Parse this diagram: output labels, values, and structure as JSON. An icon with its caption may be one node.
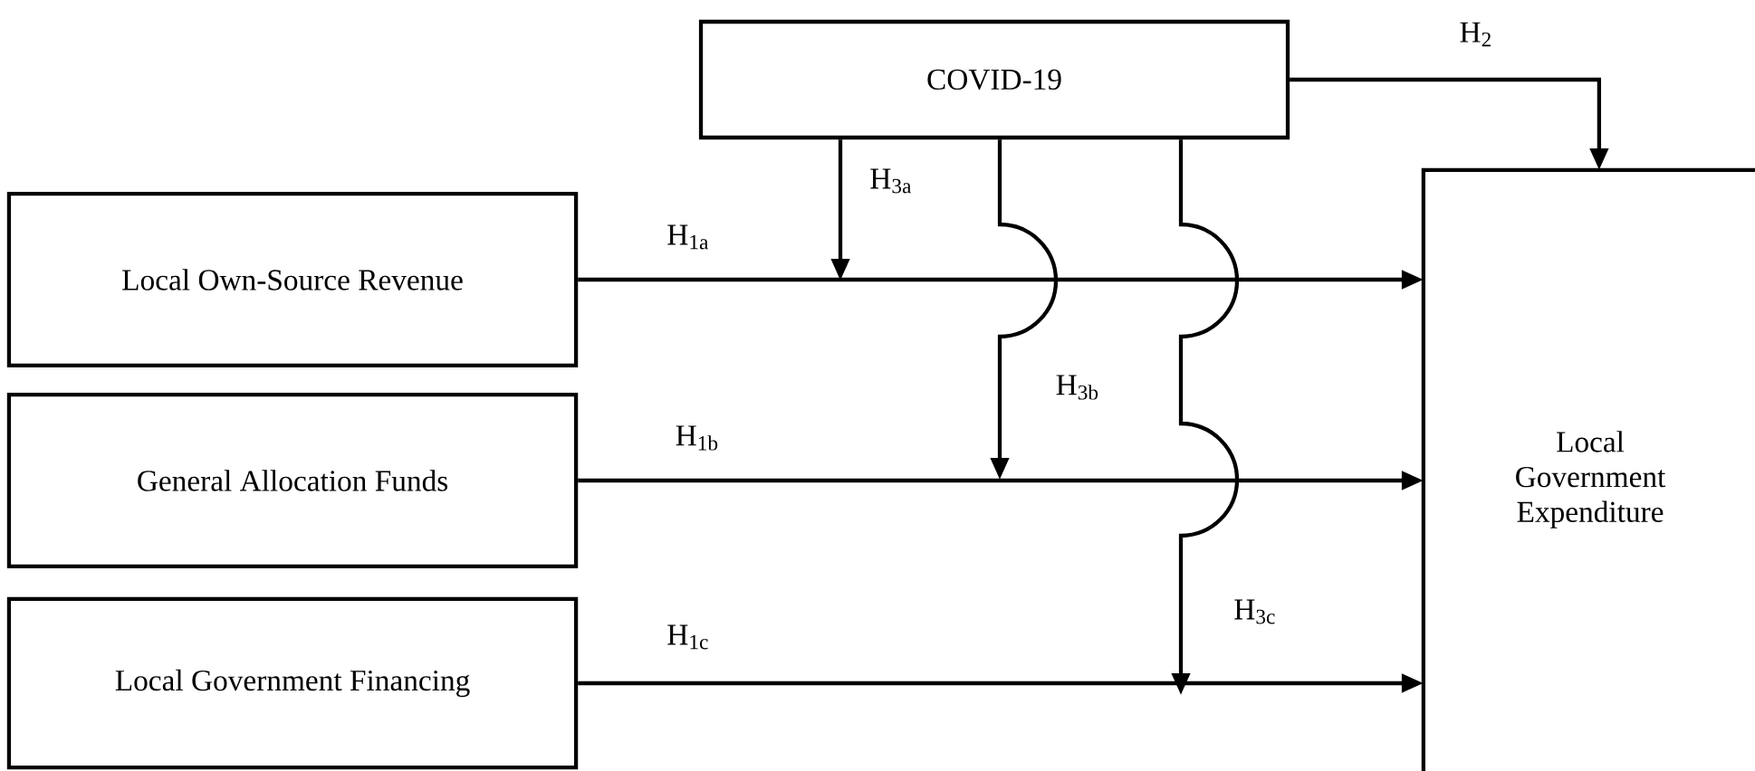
{
  "diagram": {
    "nodes": [
      {
        "text": [
          "COVID-19"
        ]
      },
      {
        "text": [
          "Local Own-Source Revenue"
        ]
      },
      {
        "text": [
          "General Allocation Funds"
        ]
      },
      {
        "text": [
          "Local Government Financing"
        ]
      },
      {
        "text": [
          "Local Government Expenditure"
        ]
      }
    ],
    "edges": [
      {
        "from": 1,
        "to": 4,
        "arrow": "to",
        "label": "H$_{1a}$"
      },
      {
        "from": 2,
        "to": 4,
        "arrow": "to",
        "label": "H$_{1b}$"
      },
      {
        "from": 3,
        "to": 4,
        "arrow": "to",
        "label": "H$_{1c}$"
      },
      {
        "from": 0,
        "to": 4,
        "arrow": "to",
        "label": "H$_{2}$"
      },
      {
        "from": 0,
        "to": null,
        "arrow": "to",
        "label": "H$_{3a}$"
      },
      {
        "from": 0,
        "to": null,
        "arrow": "to",
        "label": "H$_{3b}$"
      },
      {
        "from": 0,
        "to": null,
        "arrow": "to",
        "label": "H$_{3c}$"
      }
    ]
  }
}
